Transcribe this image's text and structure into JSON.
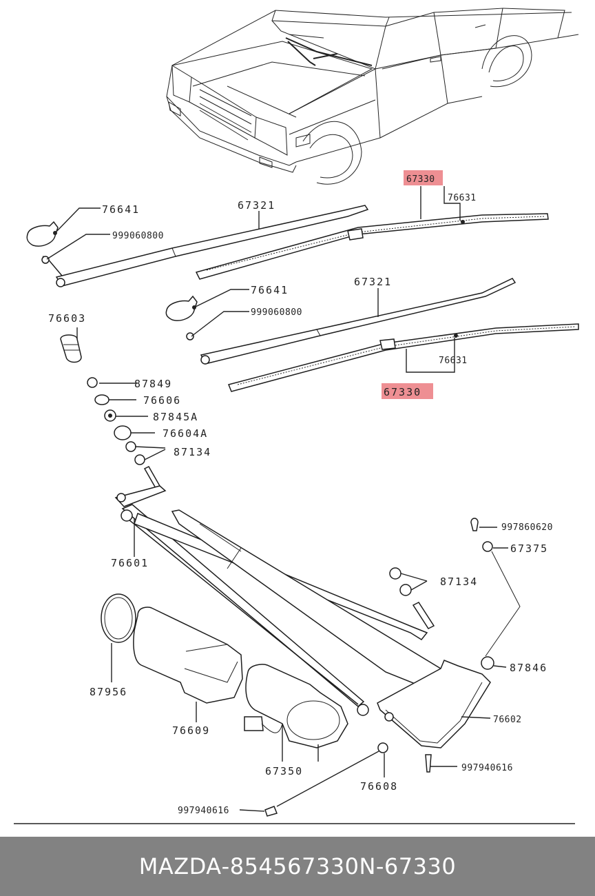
{
  "labels": {
    "blade_top": "67330",
    "refill_top": "76631",
    "arm_top": "67321",
    "cap_top": "76641",
    "nut_top": "999060800",
    "cap_mid": "76641",
    "arm_mid": "67321",
    "nut_mid": "999060800",
    "refill_mid": "76631",
    "blade_mid": "67330",
    "pivot_cap": "76603",
    "part_87849": "87849",
    "part_76606": "76606",
    "part_87845a": "87845A",
    "part_76604a": "76604A",
    "part_87134_left": "87134",
    "linkage": "76601",
    "bolt_997860620": "997860620",
    "part_67375": "67375",
    "part_87134_right": "87134",
    "part_87846": "87846",
    "seal": "87956",
    "motor_cover": "76609",
    "bracket": "76602",
    "motor": "67350",
    "bolt_997940616_right": "997940616",
    "washer": "76608",
    "bolt_997940616_left": "997940616"
  },
  "highlight_color": "#ee8f93",
  "footer": {
    "brand": "MAZDA",
    "separator1": "-",
    "part_number": "854567330",
    "code_prefix": "N",
    "separator2": "-",
    "code": "67330"
  }
}
